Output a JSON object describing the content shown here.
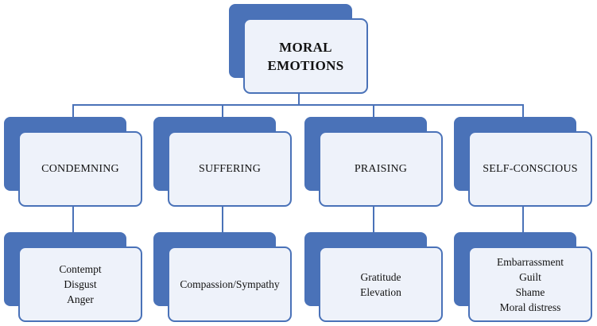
{
  "diagram": {
    "root": {
      "lines": [
        "MORAL",
        "EMOTIONS"
      ]
    },
    "categories": [
      {
        "label": "CONDEMNING",
        "emotions": [
          "Contempt",
          "Disgust",
          "Anger"
        ]
      },
      {
        "label": "SUFFERING",
        "emotions": [
          "Compassion/Sympathy"
        ]
      },
      {
        "label": "PRAISING",
        "emotions": [
          "Gratitude",
          "Elevation"
        ]
      },
      {
        "label": "SELF-CONSCIOUS",
        "emotions": [
          "Embarrassment",
          "Guilt",
          "Shame",
          "Moral distress"
        ]
      }
    ],
    "colors": {
      "box_fill": "#eef2fa",
      "box_shadow": "#4a72b8",
      "connector": "#4a72b8"
    }
  }
}
